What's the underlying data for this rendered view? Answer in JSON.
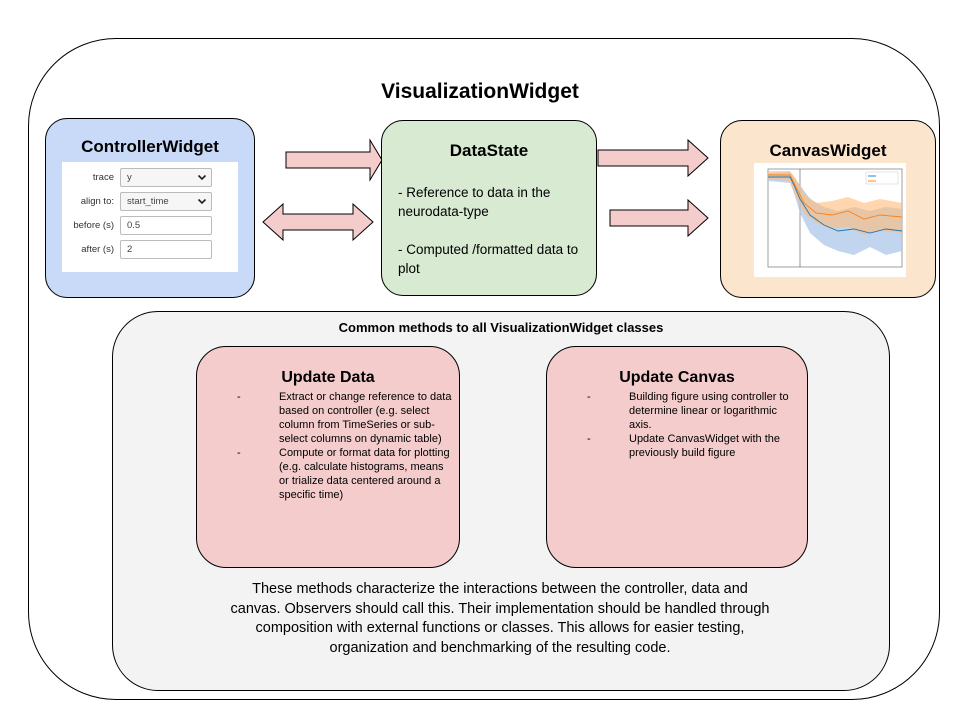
{
  "main_title": "VisualizationWidget",
  "controller": {
    "title": "ControllerWidget",
    "fields": [
      {
        "label": "trace",
        "value": "y",
        "type": "select"
      },
      {
        "label": "align to:",
        "value": "start_time",
        "type": "select"
      },
      {
        "label": "before (s)",
        "value": "0.5",
        "type": "input"
      },
      {
        "label": "after (s)",
        "value": "2",
        "type": "input"
      }
    ]
  },
  "datastate": {
    "title": "DataState",
    "line1": "- Reference to data in the neurodata-type",
    "line2": "- Computed /formatted data to plot"
  },
  "canvas": {
    "title": "CanvasWidget"
  },
  "common": {
    "title": "Common methods to all VisualizationWidget classes",
    "update_data": {
      "title": "Update Data",
      "bullets": [
        "Extract or change reference to data based on controller (e.g. select column from TimeSeries or sub-select columns on dynamic table)",
        "Compute or format data for plotting (e.g. calculate histograms, means or trialize data centered around a specific time)"
      ]
    },
    "update_canvas": {
      "title": "Update Canvas",
      "bullets": [
        "Building figure using controller to determine linear or logarithmic axis.",
        "Update CanvasWidget with the previously build figure"
      ]
    },
    "footer": "These methods characterize the interactions between the controller, data and canvas. Observers should call this. Their implementation should be handled through composition with external functions or classes. This allows for easier testing, organization and benchmarking of the resulting code."
  },
  "colors": {
    "controller_fill": "#c9daf8",
    "datastate_fill": "#d9ead3",
    "canvas_fill": "#fce5cd",
    "method_fill": "#f4cccc",
    "arrow_fill": "#f4cccc",
    "common_fill": "#f3f3f3"
  }
}
